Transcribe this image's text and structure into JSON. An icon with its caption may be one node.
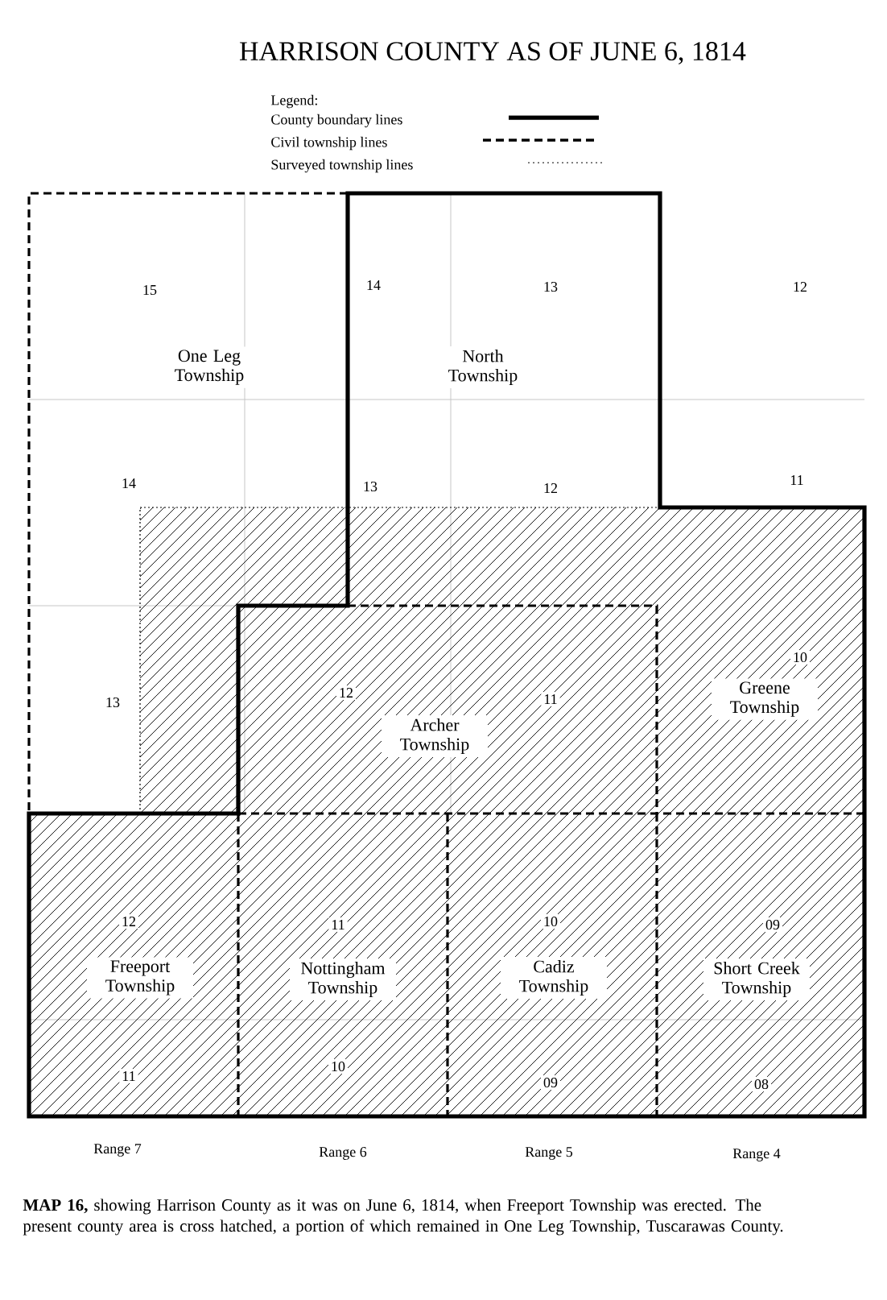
{
  "diagram": {
    "title": "HARRISON COUNTY AS OF JUNE 6, 1814",
    "caption": "**MAP  16,** showing Harrison County as it was on June 6, 1814, when Freeport Township was erected.  The present county area is cross hatched, a portion of which remained in One Leg Township, Tuscarawas County.",
    "nodes": [
      {
        "text": [
          "One Leg Township"
        ]
      },
      {
        "text": [
          "North Township"
        ]
      },
      {
        "text": [
          "Archer Township"
        ]
      },
      {
        "text": [
          "Greene Township"
        ]
      },
      {
        "text": [
          "Freeport Township"
        ]
      },
      {
        "text": [
          "Nottingham Township"
        ]
      },
      {
        "text": [
          "Cadiz Township"
        ]
      },
      {
        "text": [
          "Short Creek Township"
        ]
      }
    ],
    "labels": [
      "Legend:",
      "15",
      "14",
      "13",
      "12",
      "14",
      "13",
      "12",
      "11",
      "13",
      "12",
      "11",
      "10",
      "12",
      "11",
      "10",
      "09",
      "11",
      "10",
      "09",
      "08",
      "Range 7",
      "Range 6",
      "Range 5",
      "Range 4"
    ],
    "legend": [
      {
        "text": "County boundary lines"
      },
      {
        "text": "Civil township lines"
      },
      {
        "text": "Surveyed township lines"
      }
    ]
  }
}
